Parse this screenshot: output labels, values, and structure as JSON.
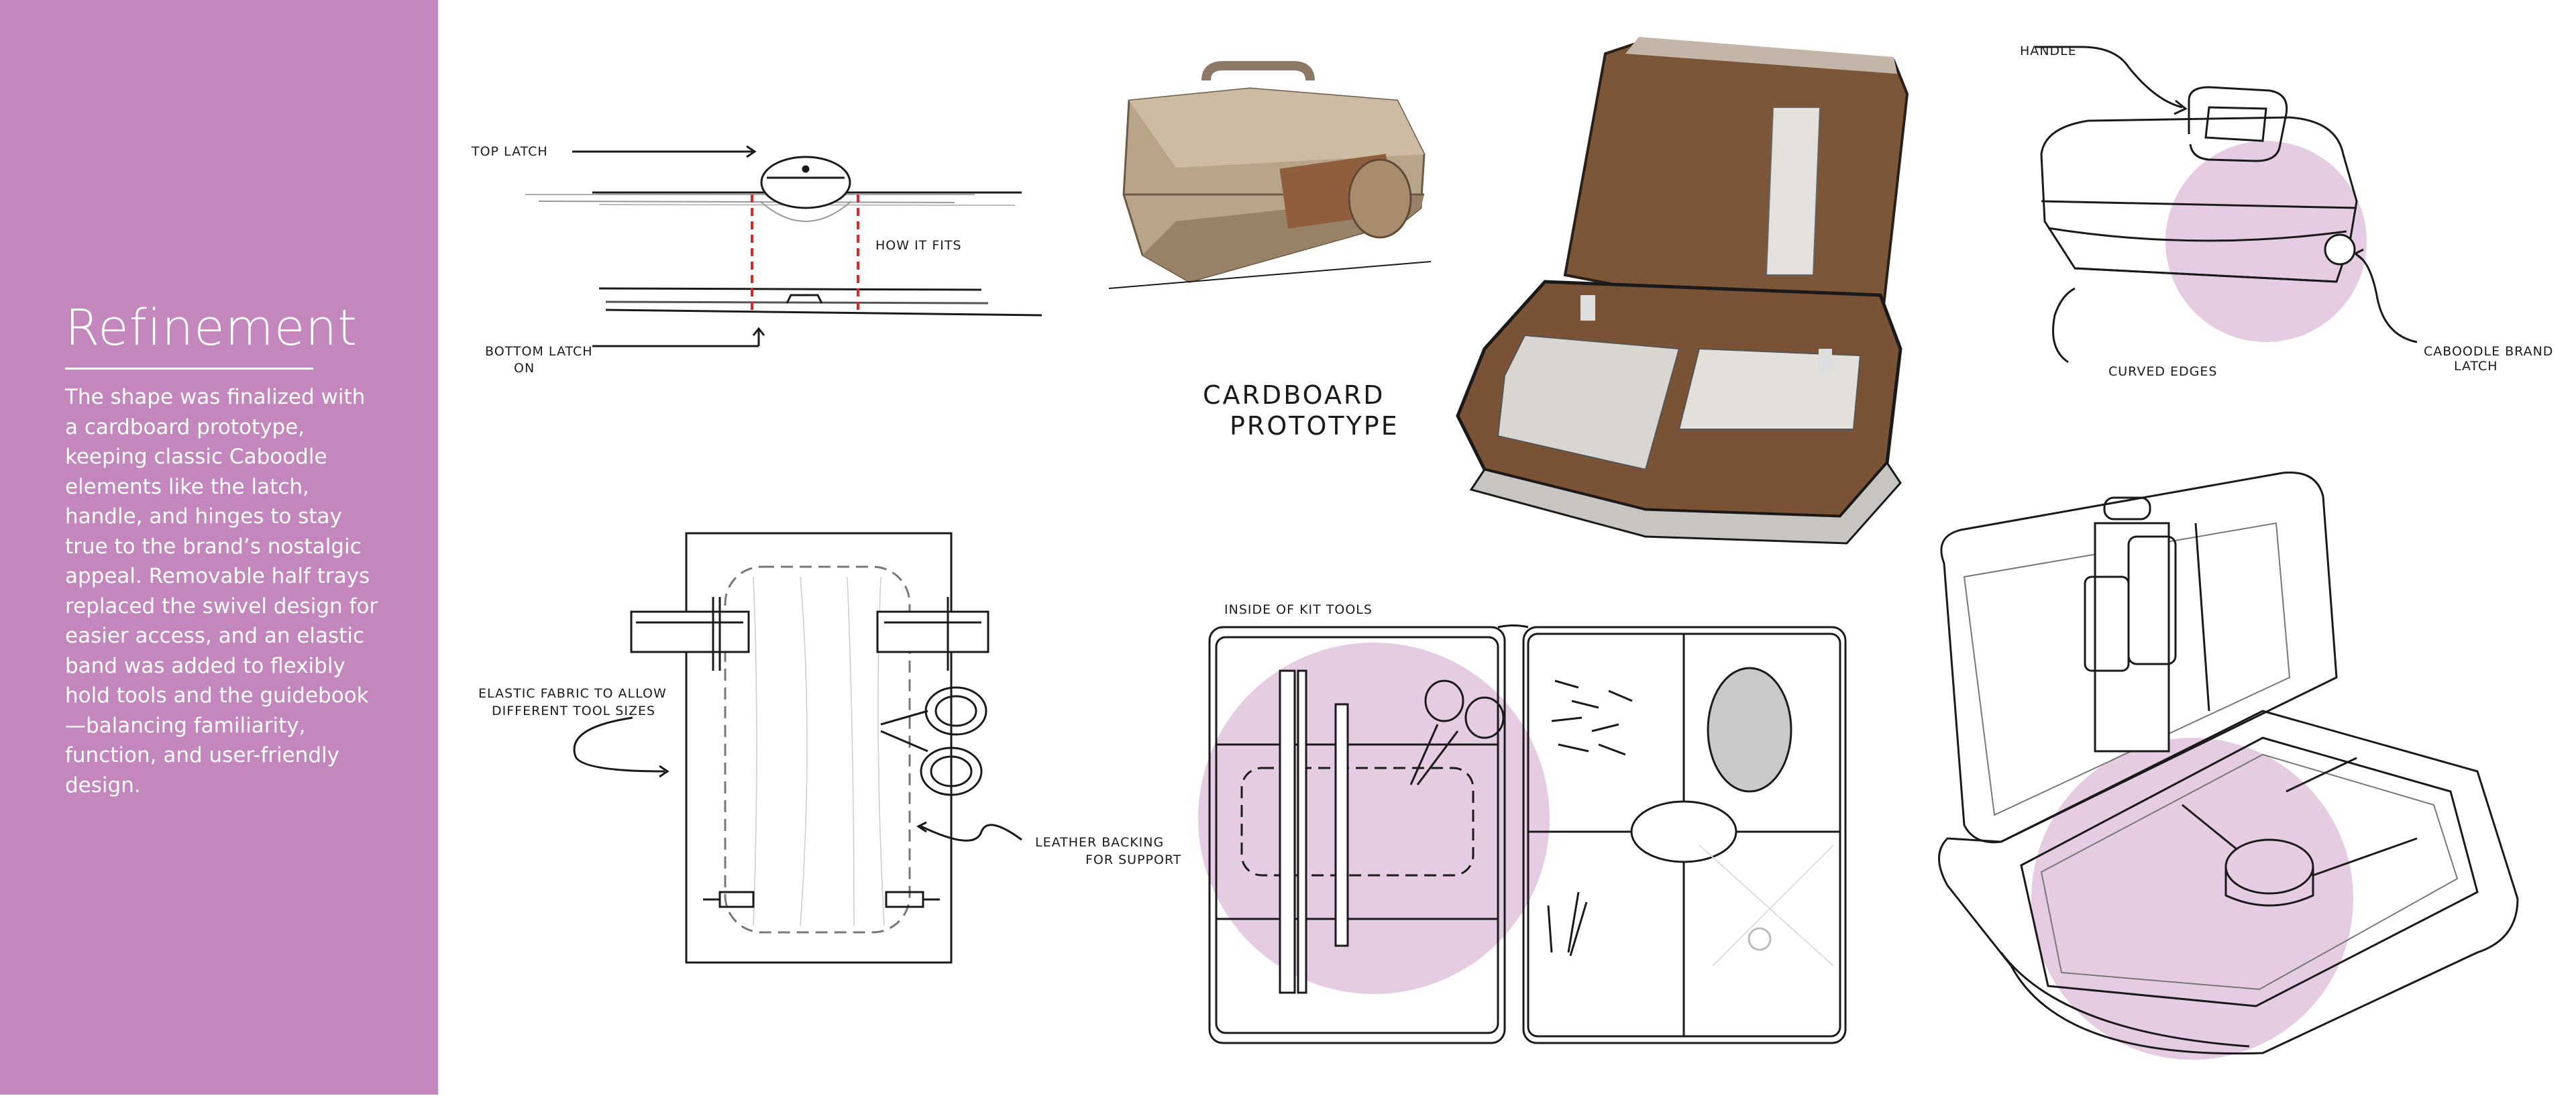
{
  "sidebar": {
    "title": "Refinement",
    "body": "The shape was finalized with a cardboard prototype, keeping classic Caboodle elements like the latch, handle, and hinges to stay true to the brand’s nostalgic appeal. Removable half trays replaced the swivel design for easier access, and an elastic band was added to flexibly hold tools and the guidebook—balancing familiarity, function, and user-friendly design."
  },
  "latch_sketch": {
    "top_latch": "TOP LATCH",
    "how_it_fits": "HOW IT FITS",
    "bottom_latch_line1": "BOTTOM LATCH",
    "bottom_latch_line2": "ON"
  },
  "prototype": {
    "label_line1": "CARDBOARD",
    "label_line2": "PROTOTYPE"
  },
  "case_sketch": {
    "handle": "HANDLE",
    "curved_edges": "CURVED EDGES",
    "brand_latch_line1": "CABOODLE BRAND",
    "brand_latch_line2": "LATCH"
  },
  "tool_sketch": {
    "elastic_line1": "ELASTIC FABRIC TO ALLOW",
    "elastic_line2": "DIFFERENT TOOL SIZES",
    "leather_line1": "LEATHER BACKING",
    "leather_line2": "FOR SUPPORT"
  },
  "kit_sketch": {
    "title": "INSIDE OF KIT TOOLS"
  },
  "colors": {
    "sidebar": "#c387bd",
    "highlight": "#e6cce3",
    "cardboard": "#b9a58b",
    "cardboard_inner": "#7a5236"
  }
}
